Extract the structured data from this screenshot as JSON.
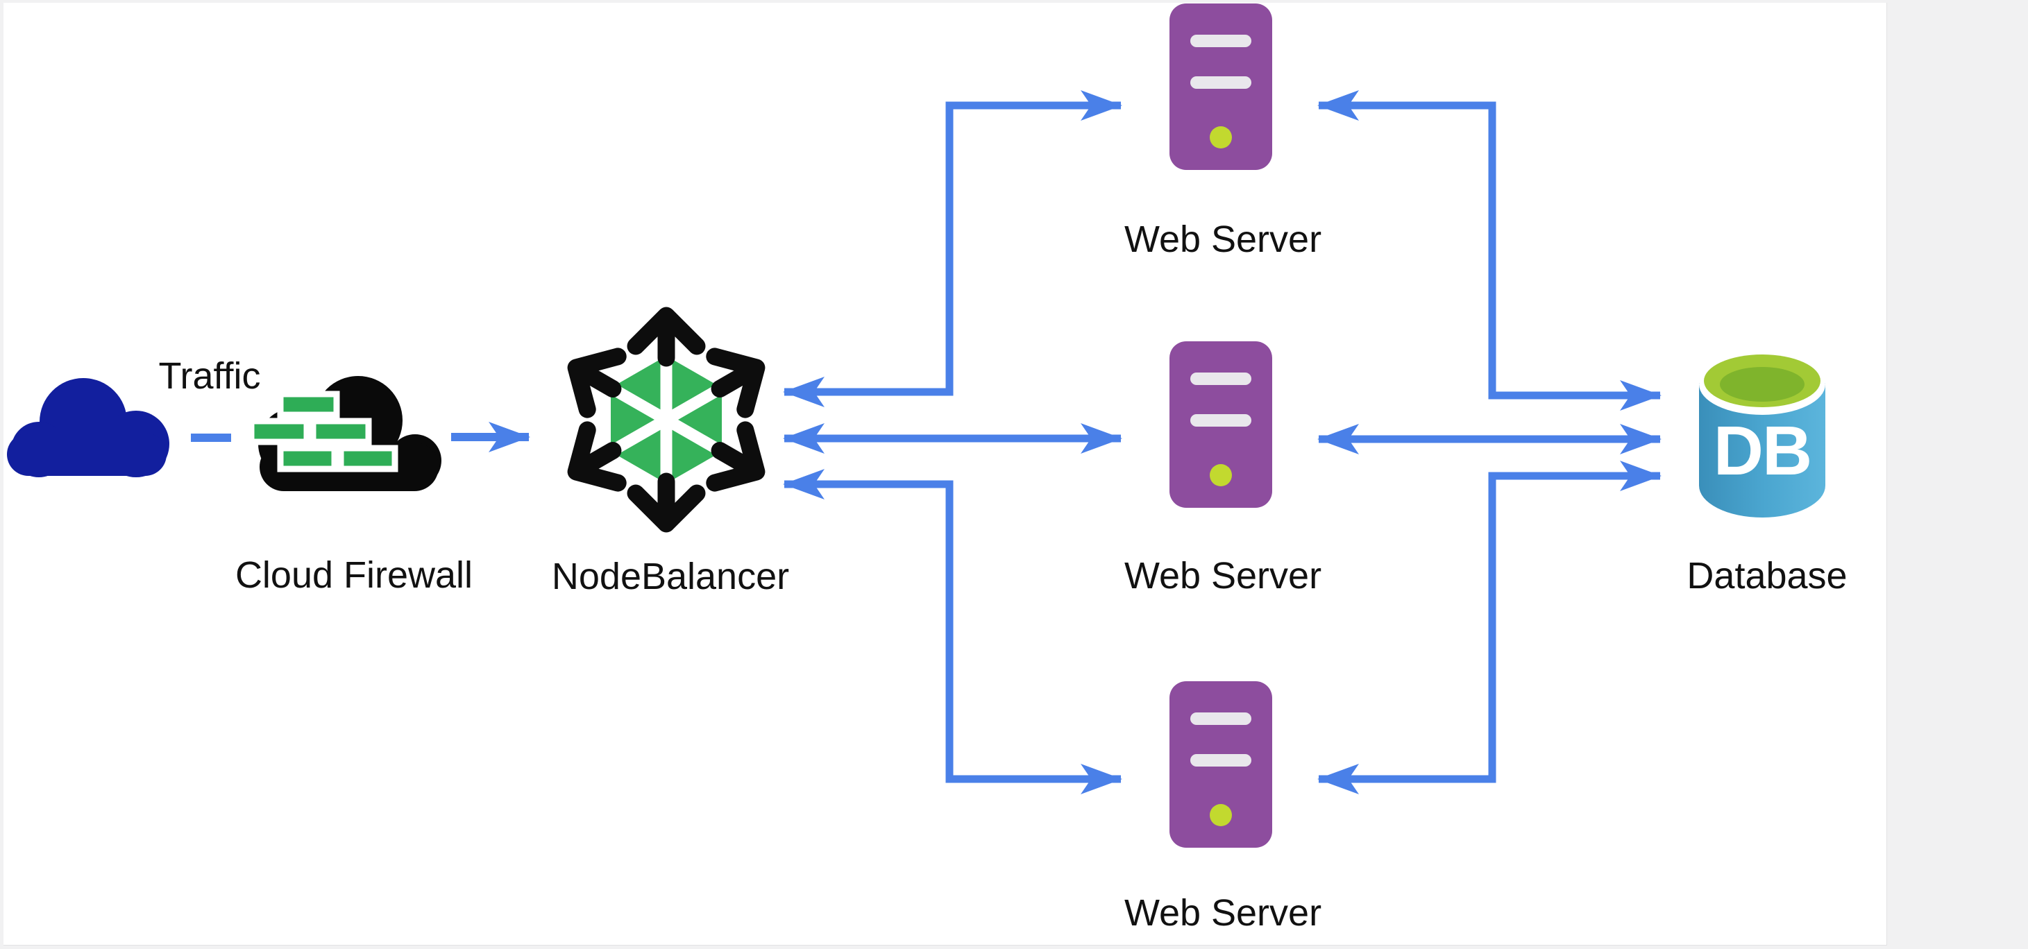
{
  "diagram": {
    "nodes": [
      {
        "id": "traffic",
        "label": "Traffic"
      },
      {
        "id": "cloud-firewall",
        "label": "Cloud Firewall"
      },
      {
        "id": "nodebalancer",
        "label": "NodeBalancer"
      },
      {
        "id": "web-server-1",
        "label": "Web Server"
      },
      {
        "id": "web-server-2",
        "label": "Web Server"
      },
      {
        "id": "web-server-3",
        "label": "Web Server"
      },
      {
        "id": "database",
        "label": "Database",
        "badge": "DB"
      }
    ],
    "edges": [
      {
        "from": "traffic",
        "to": "cloud-firewall",
        "style": "dashed",
        "direction": "none"
      },
      {
        "from": "cloud-firewall",
        "to": "nodebalancer",
        "style": "solid",
        "direction": "forward"
      },
      {
        "from": "nodebalancer",
        "to": "web-server-1",
        "style": "solid",
        "direction": "both"
      },
      {
        "from": "nodebalancer",
        "to": "web-server-2",
        "style": "solid",
        "direction": "both"
      },
      {
        "from": "nodebalancer",
        "to": "web-server-3",
        "style": "solid",
        "direction": "both"
      },
      {
        "from": "web-server-1",
        "to": "database",
        "style": "solid",
        "direction": "both"
      },
      {
        "from": "web-server-2",
        "to": "database",
        "style": "solid",
        "direction": "both"
      },
      {
        "from": "web-server-3",
        "to": "database",
        "style": "solid",
        "direction": "both"
      }
    ],
    "colors": {
      "arrow_blue": "#4a80e8",
      "traffic_cloud_navy": "#121f9e",
      "firewall_cloud_black": "#0a0a0a",
      "firewall_brick_green": "#2ead56",
      "nodebalancer_green": "#35b25a",
      "nodebalancer_arrow_black": "#0d0d0d",
      "server_purple": "#8d4d9e",
      "server_slot_gray": "#e9e7ec",
      "server_led_green": "#c2d92f",
      "database_body_blue": "#4aa5cf",
      "database_top_green": "#a2ca35",
      "label_text": "#111111",
      "canvas_white": "#ffffff",
      "gutter_gray": "#f1f1f2"
    }
  }
}
